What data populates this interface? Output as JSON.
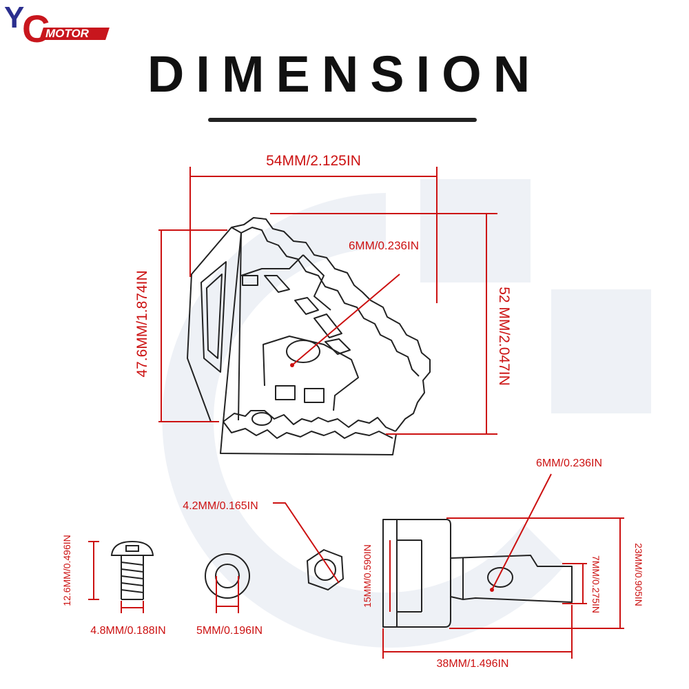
{
  "brand": {
    "logo_letters": "YC",
    "logo_word": "MOTOR",
    "colors": {
      "blue": "#2b2f8f",
      "red": "#c8161d"
    }
  },
  "title": "DIMENSION",
  "colors": {
    "dimension": "#cc1111",
    "outline": "#222222",
    "watermark": "#eef1f6"
  },
  "dimensions": {
    "main_width": "54MM/2.125IN",
    "main_height_left": "47.6MM/1.874IN",
    "main_height_right": "52 MM/2.047IN",
    "main_hole": "6MM/0.236IN",
    "screw_length": "12.6MM/0.496IN",
    "screw_diameter": "4.8MM/0.188IN",
    "washer_inner": "5MM/0.196IN",
    "nut_size": "4.2MM/0.165IN",
    "bracket_hole": "6MM/0.236IN",
    "bracket_height": "23MM/0.905IN",
    "bracket_tab": "7MM/0.275IN",
    "bracket_inner_height": "15MM/0.590IN",
    "bracket_length": "38MM/1.496IN"
  }
}
